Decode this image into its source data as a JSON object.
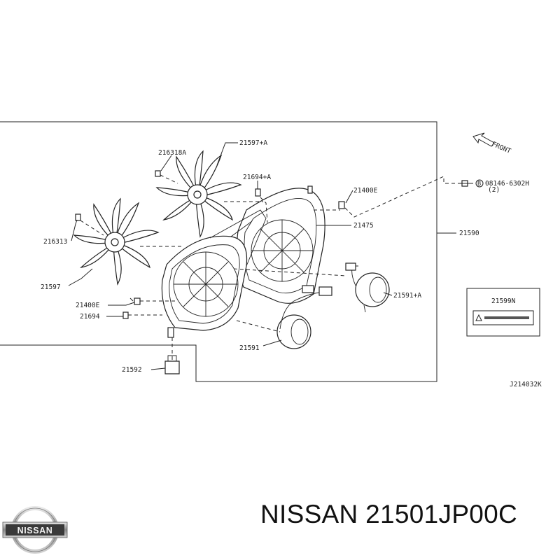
{
  "diagram": {
    "labels": {
      "p216318a": "216318A",
      "p21597a": "21597+A",
      "p21694a": "21694+A",
      "p21400e_top": "21400E",
      "p08146": "08146-6302H",
      "p08146_qty": "(2)",
      "p08146_prefix": "B",
      "p216313": "216313",
      "p21475": "21475",
      "p21590": "21590",
      "p21597": "21597",
      "p21400e_left": "21400E",
      "p21694": "21694",
      "p21591a": "21591+A",
      "p21599n": "21599N",
      "p21591": "21591",
      "p21592": "21592",
      "front": "FRONT",
      "code": "J214032K"
    }
  },
  "footer": {
    "title": "NISSAN 21501JP00C",
    "logo_text": "NISSAN"
  }
}
